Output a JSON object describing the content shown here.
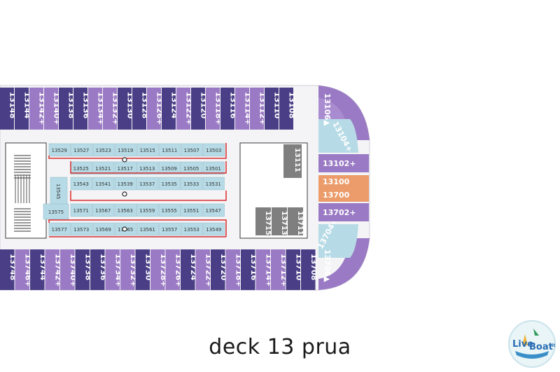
{
  "caption": "deck 13 prua",
  "colors": {
    "dark_cabin": "#4a3f86",
    "light_cabin": "#9a7ac4",
    "balcony_cabin": "#a98bd0",
    "inner_cabin": "#b7dbe6",
    "orange_cabin": "#ec9b6a",
    "grey_cabin": "#7f7f7f",
    "red_line": "#d92b2b",
    "outline": "#3a3a3a",
    "cabin_text": "#ffffff",
    "inner_text": "#333333"
  },
  "top_row": [
    {
      "num": "13148",
      "style": "dark"
    },
    {
      "num": "13144",
      "style": "dark"
    },
    {
      "num": "13142+",
      "style": "light"
    },
    {
      "num": "13140+",
      "style": "light"
    },
    {
      "num": "13138",
      "style": "dark"
    },
    {
      "num": "13136",
      "style": "dark"
    },
    {
      "num": "13134+",
      "style": "light"
    },
    {
      "num": "13132+",
      "style": "light"
    },
    {
      "num": "13130",
      "style": "dark"
    },
    {
      "num": "13128",
      "style": "dark"
    },
    {
      "num": "13126+",
      "style": "light"
    },
    {
      "num": "13124",
      "style": "dark"
    },
    {
      "num": "13122+",
      "style": "light"
    },
    {
      "num": "13120",
      "style": "dark"
    },
    {
      "num": "13118+",
      "style": "light"
    },
    {
      "num": "13116",
      "style": "dark"
    },
    {
      "num": "13114+",
      "style": "light"
    },
    {
      "num": "13112+",
      "style": "light"
    },
    {
      "num": "13110",
      "style": "dark"
    },
    {
      "num": "13108",
      "style": "dark"
    }
  ],
  "bottom_row": [
    {
      "num": "13748",
      "style": "dark"
    },
    {
      "num": "13746+",
      "style": "light"
    },
    {
      "num": "13744",
      "style": "dark"
    },
    {
      "num": "13742+",
      "style": "light"
    },
    {
      "num": "13740+",
      "style": "light"
    },
    {
      "num": "13738",
      "style": "dark"
    },
    {
      "num": "13736",
      "style": "dark"
    },
    {
      "num": "13734+",
      "style": "light"
    },
    {
      "num": "13732+",
      "style": "light"
    },
    {
      "num": "13730",
      "style": "dark"
    },
    {
      "num": "13728+",
      "style": "light"
    },
    {
      "num": "13726+",
      "style": "light"
    },
    {
      "num": "13724",
      "style": "dark"
    },
    {
      "num": "13722+",
      "style": "light"
    },
    {
      "num": "13720",
      "style": "dark"
    },
    {
      "num": "13718+",
      "style": "light"
    },
    {
      "num": "13716",
      "style": "dark"
    },
    {
      "num": "13714+",
      "style": "light"
    },
    {
      "num": "13712+",
      "style": "light"
    },
    {
      "num": "13710",
      "style": "dark"
    },
    {
      "num": "13708",
      "style": "dark"
    }
  ],
  "bow": {
    "top_corner": "13106▲",
    "top_diag": "13104+",
    "mid": [
      {
        "num": "13102+",
        "style": "light"
      },
      {
        "num": "13100",
        "style": "orange"
      },
      {
        "num": "13700",
        "style": "orange"
      },
      {
        "num": "13702+",
        "style": "light"
      }
    ],
    "bottom_diag": "13704+",
    "bottom_corner": "13706▲"
  },
  "inner_rows": [
    [
      "13529",
      "13527",
      "13523",
      "13519",
      "13515",
      "13511",
      "13507",
      "13503"
    ],
    [
      "13525",
      "13521",
      "13517",
      "13513",
      "13509",
      "13505",
      "13501"
    ],
    [
      "13543",
      "13541",
      "13539",
      "13537",
      "13535",
      "13533",
      "13531"
    ],
    [
      "13571",
      "13567",
      "13563",
      "13559",
      "13555",
      "13551",
      "13547"
    ],
    [
      "13577",
      "13573",
      "13569",
      "13565",
      "13561",
      "13557",
      "13553",
      "13549"
    ]
  ],
  "inner_side": {
    "upper": "13545",
    "lower": "13575"
  },
  "grey_cabins": {
    "single": "13111",
    "pair_left": "13715",
    "pair_mid": "13713",
    "pair_right": "13711"
  },
  "logo": {
    "line1": "Live",
    "line2": "Boat",
    "suffix": ".it"
  }
}
